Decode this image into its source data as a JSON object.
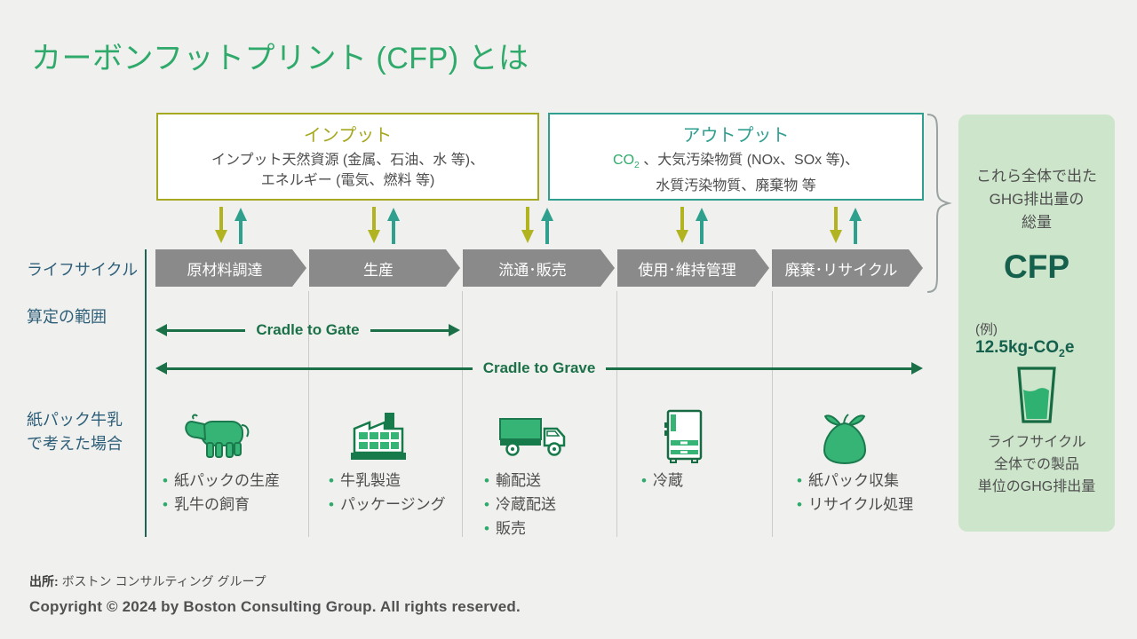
{
  "title": "カーボンフットプリント (CFP) とは",
  "colors": {
    "accent_green": "#2faa6b",
    "olive": "#a6a81f",
    "teal": "#2f9f8f",
    "dark_green": "#1b7048",
    "cfp_green": "#14604c",
    "panel_bg": "#cde5cb",
    "label_blue": "#2e5f79",
    "chevron_gray": "#8a8a8a",
    "background": "#f0f0ee"
  },
  "input_box": {
    "title": "インプット",
    "line1": "インプット天然資源 (金属、石油、水 等)、",
    "line2": "エネルギー (電気、燃料 等)"
  },
  "output_box": {
    "title": "アウトプット",
    "co2_prefix": "CO",
    "co2_sub": "2",
    "line1_rest": " 、大気汚染物質 (NOx、SOx 等)、",
    "line2": "水質汚染物質、廃棄物 等"
  },
  "side_panel": {
    "summary_line1": "これら全体で出た",
    "summary_line2": "GHG排出量の",
    "summary_line3": "総量",
    "acronym": "CFP",
    "example_label": "(例)",
    "example_value_prefix": "12.5kg-CO",
    "example_value_sub": "2",
    "example_value_suffix": "e",
    "footer_line1": "ライフサイクル",
    "footer_line2": "全体での製品",
    "footer_line3": "単位のGHG排出量"
  },
  "row_labels": {
    "lifecycle": "ライフサイクル",
    "scope": "算定の範囲",
    "example_line1": "紙パック牛乳",
    "example_line2": "で考えた場合"
  },
  "lifecycle_stages": [
    {
      "label": "原材料調達"
    },
    {
      "label": "生産"
    },
    {
      "label": "流通･販売"
    },
    {
      "label": "使用･維持管理"
    },
    {
      "label": "廃棄･リサイクル"
    }
  ],
  "scope_arrows": {
    "gate": "Cradle to Gate",
    "grave": "Cradle to Grave"
  },
  "stages_detail": [
    {
      "icon": "cow-icon",
      "items": [
        "紙パックの生産",
        "乳牛の飼育"
      ]
    },
    {
      "icon": "factory-icon",
      "items": [
        "牛乳製造",
        "パッケージング"
      ]
    },
    {
      "icon": "truck-icon",
      "items": [
        "輸配送",
        "冷蔵配送",
        "販売"
      ]
    },
    {
      "icon": "refrigerator-icon",
      "items": [
        "冷蔵"
      ]
    },
    {
      "icon": "trash-bag-icon",
      "items": [
        "紙パック収集",
        "リサイクル処理"
      ]
    }
  ],
  "bullet_char": "•",
  "footer": {
    "source_label": "出所:",
    "source_value": "ボストン コンサルティング グループ",
    "copyright": "Copyright © 2024 by Boston Consulting Group. All rights reserved."
  }
}
